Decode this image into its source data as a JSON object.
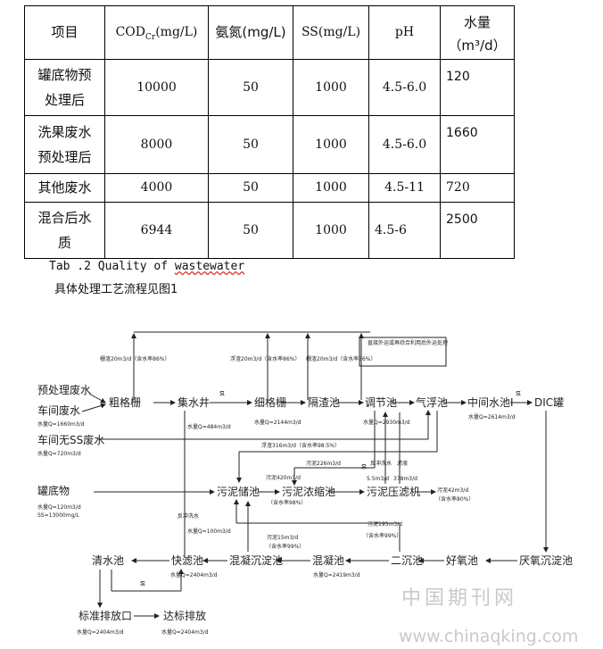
{
  "table": {
    "header": {
      "item": "项目",
      "cod": "COD",
      "cod_sub": "Cr",
      "cod_unit": "(mg/L)",
      "ammonia": "氨氮(mg/L)",
      "ss": "SS(mg/L)",
      "ph": "pH",
      "flow_line1": "水量",
      "flow_line2": "（m³/d）"
    },
    "rows": [
      {
        "name_l1": "罐底物预",
        "name_l2": "处理后",
        "cod": "10000",
        "ammonia": "50",
        "ss": "1000",
        "ph": "4.5-6.0",
        "flow": "120"
      },
      {
        "name_l1": "洗果废水",
        "name_l2": "预处理后",
        "cod": "8000",
        "ammonia": "50",
        "ss": "1000",
        "ph": "4.5-6.0",
        "flow": "1660"
      },
      {
        "name_l1": "其他废水",
        "name_l2": "",
        "cod": "4000",
        "ammonia": "50",
        "ss": "1000",
        "ph": "4.5-11",
        "flow": "720"
      },
      {
        "name_l1": "混合后水",
        "name_l2": "质",
        "cod": "6944",
        "ammonia": "50",
        "ss": "1000",
        "ph": "4.5-6",
        "flow": "2500"
      }
    ]
  },
  "caption_prefix": "Tab .2 Quality of ",
  "caption_word": "wastewater",
  "intro_text": "具体处理工艺流程见图1",
  "diagram": {
    "sources": {
      "pretreat": "预处理废水",
      "workshop": "车间废水",
      "workshop_flow": "水量Q=1660m3/d",
      "ss": "车间无SS废水",
      "ss_flow": "水量Q=720m3/d",
      "tankbottom": "罐底物",
      "tankbottom_flow": "水量Q=120m3/d",
      "tankbottom_ss": "SS=13000mg/L"
    },
    "nodes": {
      "coarse": "粗格栅",
      "well": "集水井",
      "fine": "细格栅",
      "grit": "隔渣池",
      "equal": "调节池",
      "float": "气浮池",
      "mid": "中间水池Ⅰ",
      "dic": "DIC罐",
      "sludgestore": "污泥储池",
      "thicken": "污泥浓缩池",
      "press": "污泥压滤机",
      "anaerobic": "厌氧沉淀池",
      "aerobic": "好氧池",
      "secondary": "二沉池",
      "coag": "混凝池",
      "coagsettle": "混凝沉淀池",
      "filter": "快滤池",
      "clear": "清水池",
      "outlet": "标准排放口",
      "standard": "达标排放"
    },
    "labels": {
      "top_box": "直接外运或再综合利用后外运处理",
      "screen1": "栅渣20m3/d（含水率86%）",
      "screen2": "浮渣20m3/d（含水率86%）",
      "screen3": "栅渣20m3/d（含水率86%）",
      "well_q": "水量Q=484m3/d",
      "fine_q": "水量Q=2144m3/d",
      "equal_q": "水量Q=2930m3/d",
      "mid_q": "水量Q=2614m3/d",
      "froth": "浮渣316m3/d（含水率98.5%）",
      "sludge226": "污泥226m3/d",
      "sludge420": "污泥420m3/d",
      "sludge420b": "（含水率98%）",
      "backwash": "反冲洗水",
      "filtrate": "滤液",
      "v55": "5.5m3/d",
      "v378": "378m3/d",
      "cake": "污泥42m3/d",
      "cake_pct": "（含水率80%）",
      "sludge195": "污泥195m3/d",
      "sludge195b": "（含水率99%）",
      "sludge15": "污泥15m3/d",
      "sludge15b": "（含水率99%）",
      "backwash2": "反冲洗水",
      "backwash_q": "水量Q=100m3/d",
      "coag_q": "水量Q=2419m3/d",
      "filter_q": "水量Q=2404m3/d",
      "outlet_q": "水量Q=2404m3/d",
      "standard_q": "水量Q=2404m3/d",
      "pump1": "泵",
      "pump2": "泵",
      "pump3": "泵",
      "pump4": "泵"
    }
  },
  "watermark": {
    "cn": "中国期刊网",
    "url": "www.chinaqking.com"
  }
}
